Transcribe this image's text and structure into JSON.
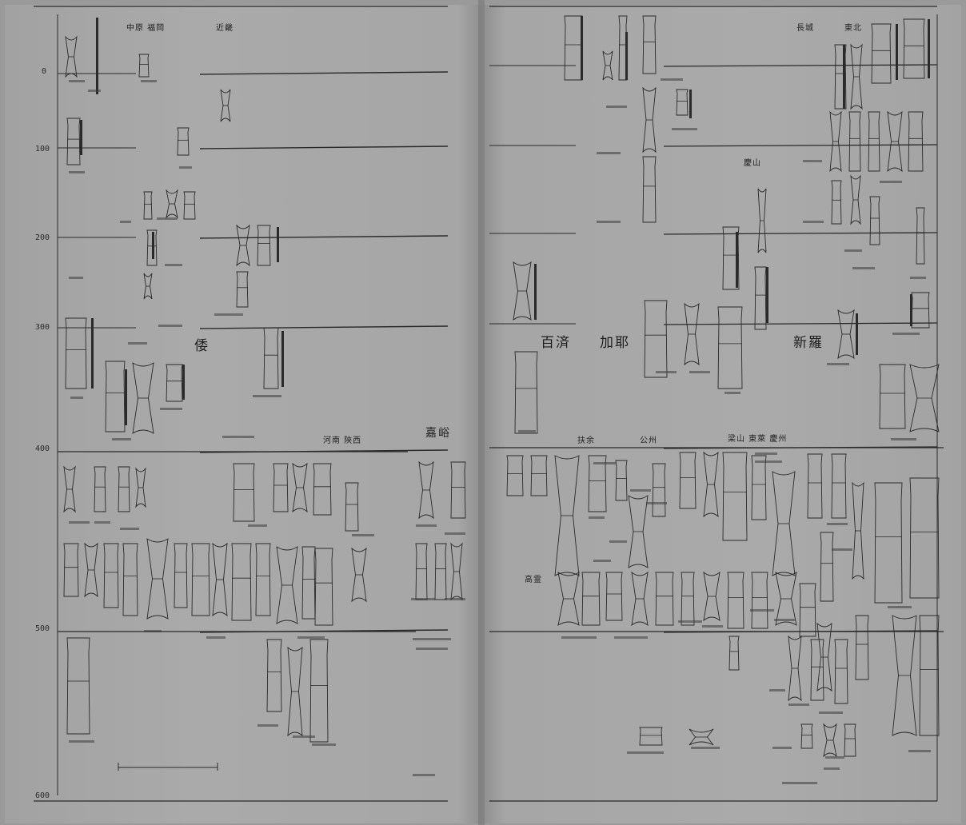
{
  "document": {
    "axis_ticks": [
      {
        "label": "0"
      },
      {
        "label": "100"
      },
      {
        "label": "200"
      },
      {
        "label": "300"
      },
      {
        "label": "400"
      },
      {
        "label": "500"
      },
      {
        "label": "600"
      }
    ],
    "region_labels": {
      "wa": "倭",
      "paekche": "百済",
      "gaya": "加耶",
      "silla": "新羅",
      "jiayu": "嘉峪"
    },
    "site_labels": {
      "left_top_a": "中原 福岡",
      "left_top_b": "近畿",
      "left_mid": "河南 陝西",
      "right_top_a": "長城",
      "right_top_b": "東北",
      "right_mid_a": "扶余",
      "right_mid_b": "公州",
      "right_mid_c": "梁山 東萊 慶州",
      "right_upper": "慶山",
      "right_gaya_sub": "高霊"
    }
  }
}
